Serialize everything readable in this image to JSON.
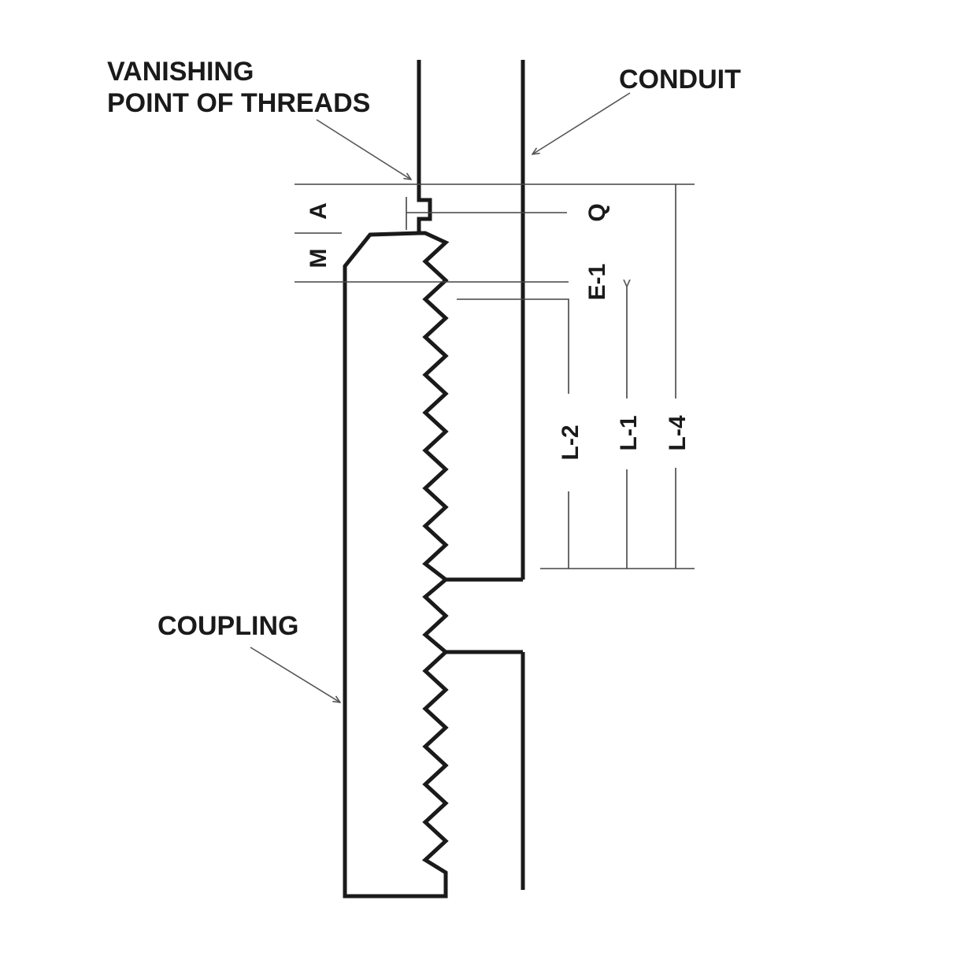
{
  "diagram": {
    "title": "Conduit coupling thread dimension diagram",
    "labels": {
      "vanishing_point_line1": "VANISHING",
      "vanishing_point_line2": "POINT OF THREADS",
      "conduit": "CONDUIT",
      "coupling": "COUPLING"
    },
    "dimensions": {
      "A": "A",
      "M": "M",
      "Q": "Q",
      "E1": "E-1",
      "L2": "L-2",
      "L1": "L-1",
      "L4": "L-4"
    },
    "colors": {
      "line": "#1a1a1a",
      "background": "#ffffff"
    }
  }
}
